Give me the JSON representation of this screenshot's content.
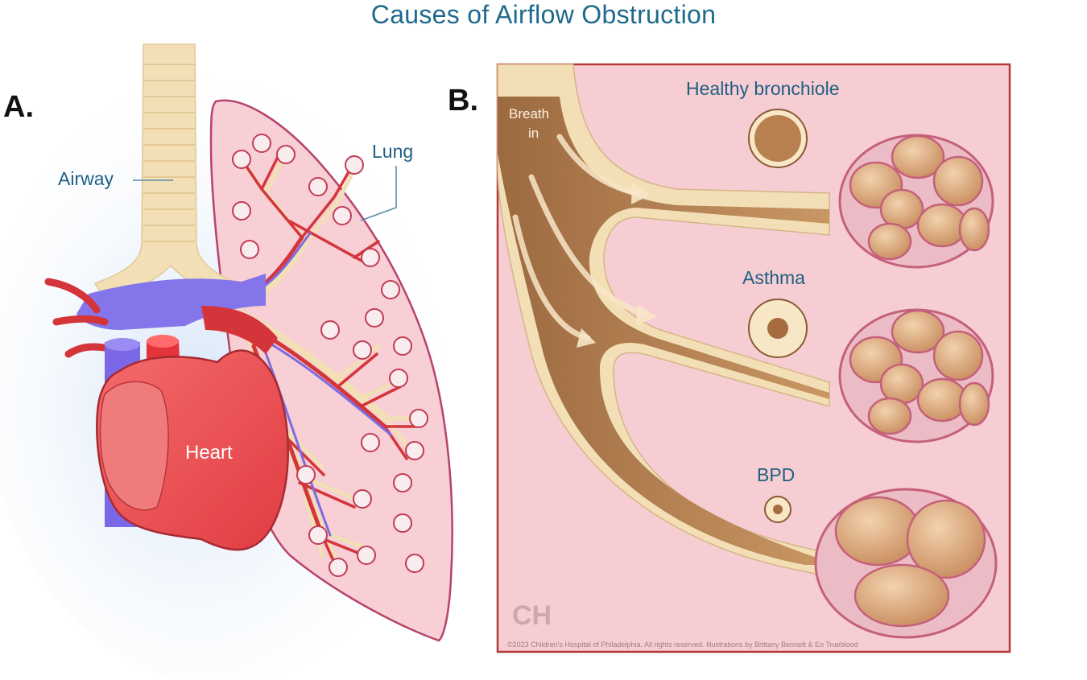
{
  "title": "Causes of Airflow Obstruction",
  "panel_a": {
    "letter": "A.",
    "labels": {
      "airway": "Airway",
      "lung": "Lung",
      "heart": "Heart"
    }
  },
  "panel_b": {
    "letter": "B.",
    "breath_in": [
      "Breath",
      "in"
    ],
    "rows": [
      {
        "label": "Healthy bronchiole"
      },
      {
        "label": "Asthma"
      },
      {
        "label": "BPD"
      }
    ],
    "logo": "CH",
    "copyright": "©2023 Children's Hospital of Philadelphia. All rights reserved.   Illustrations by Brittany Bennett & Eo Trueblood"
  },
  "colors": {
    "title": "#1f6a8c",
    "label": "#1f5f84",
    "panel_border": "#b23a3a",
    "panel_fill": "#f6cdd2",
    "airway_fill": "#f3dfb6",
    "lumen": "#b9804f",
    "heart": "#e9474c",
    "artery": "#d4353b",
    "vein": "#7d6ce0",
    "lung_fill": "#f7cfd4",
    "lung_outline": "#b7436c"
  }
}
